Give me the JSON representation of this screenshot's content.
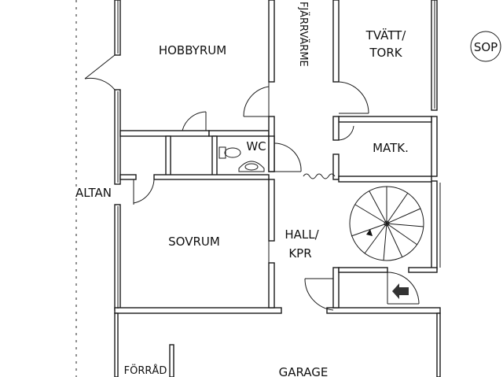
{
  "rooms": {
    "hobbyrum": "HOBBYRUM",
    "fjarrvarme": "FJÄRRVÄRME",
    "tvatt_line1": "TVÄTT/",
    "tvatt_line2": "TORK",
    "sop": "SOP",
    "wc": "WC",
    "matk": "MATK.",
    "altan": "ALTAN",
    "sovrum": "SOVRUM",
    "hall_line1": "HALL/",
    "hall_line2": "KPR",
    "forrad": "FÖRRÅD",
    "garage": "GARAGE"
  },
  "icons": [
    "spiral-stair-icon",
    "entry-arrow-icon",
    "toilet-icon",
    "sink-icon",
    "door-swing-icon"
  ]
}
